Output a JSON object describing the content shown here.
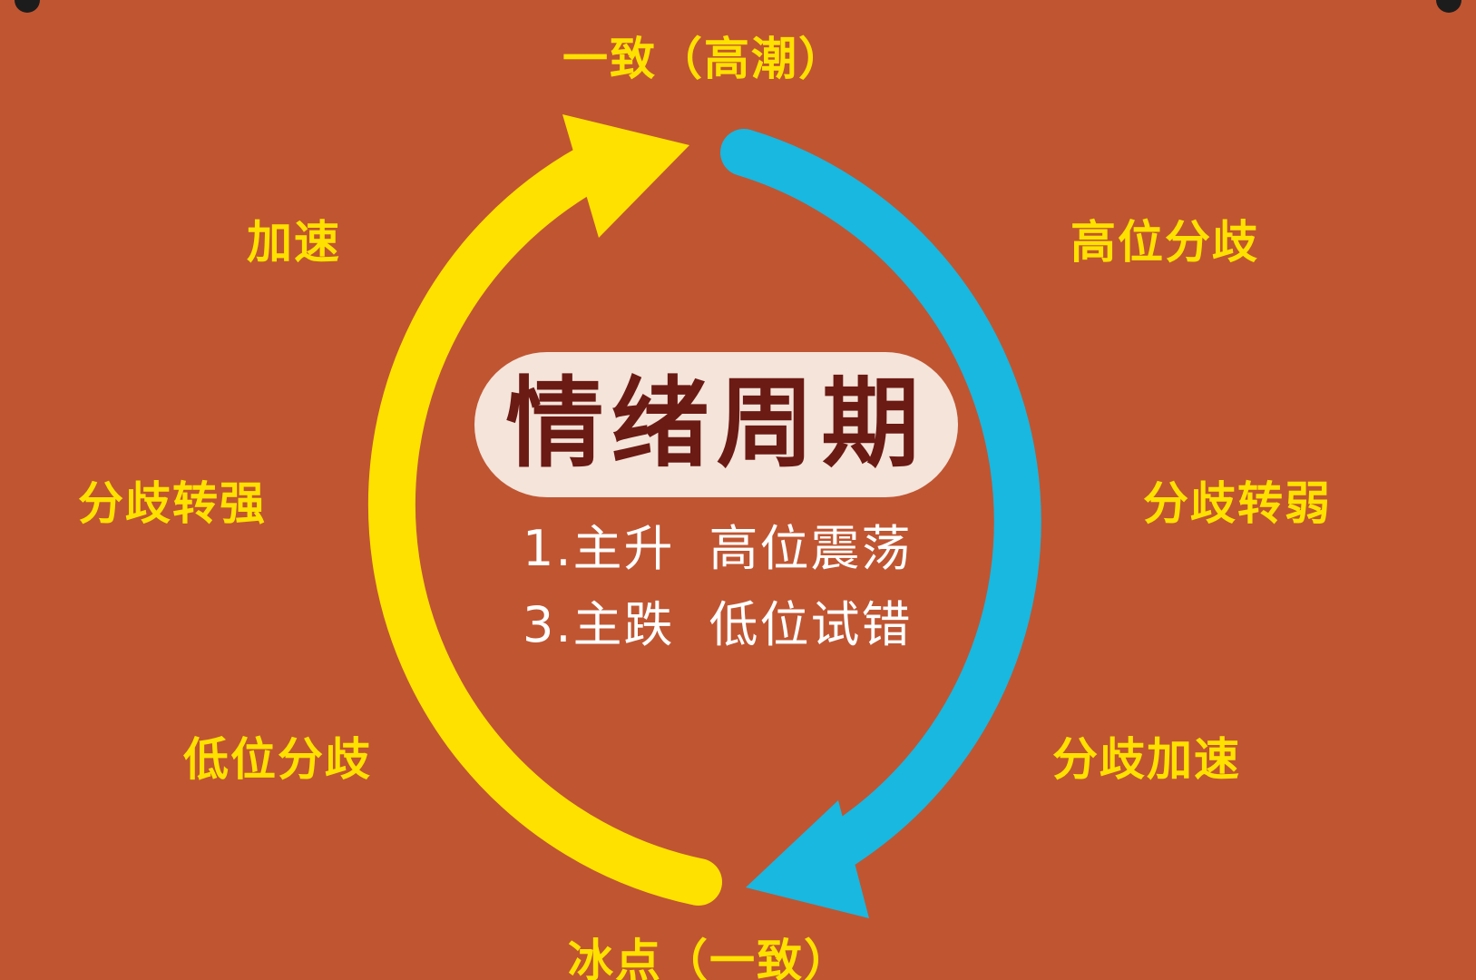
{
  "title": "情绪周期",
  "center_lines": [
    {
      "left": "1.主升",
      "right": "高位震荡"
    },
    {
      "left": "3.主跌",
      "right": "低位试错"
    }
  ],
  "stages": {
    "top": "一致（高潮）",
    "upper_right": "高位分歧",
    "right": "分歧转弱",
    "lower_right": "分歧加速",
    "bottom": "冰点（一致）",
    "lower_left": "低位分歧",
    "left": "分歧转强",
    "upper_left": "加速"
  },
  "arcs": {
    "rising": {
      "color": "#ffe100",
      "label": "yellow-arrow"
    },
    "falling": {
      "color": "#18b8e0",
      "label": "blue-arrow"
    }
  },
  "colors": {
    "background": "#c05532",
    "pill": "#f4e4da",
    "title": "#6b1a14",
    "stage_text": "#ffe100"
  }
}
